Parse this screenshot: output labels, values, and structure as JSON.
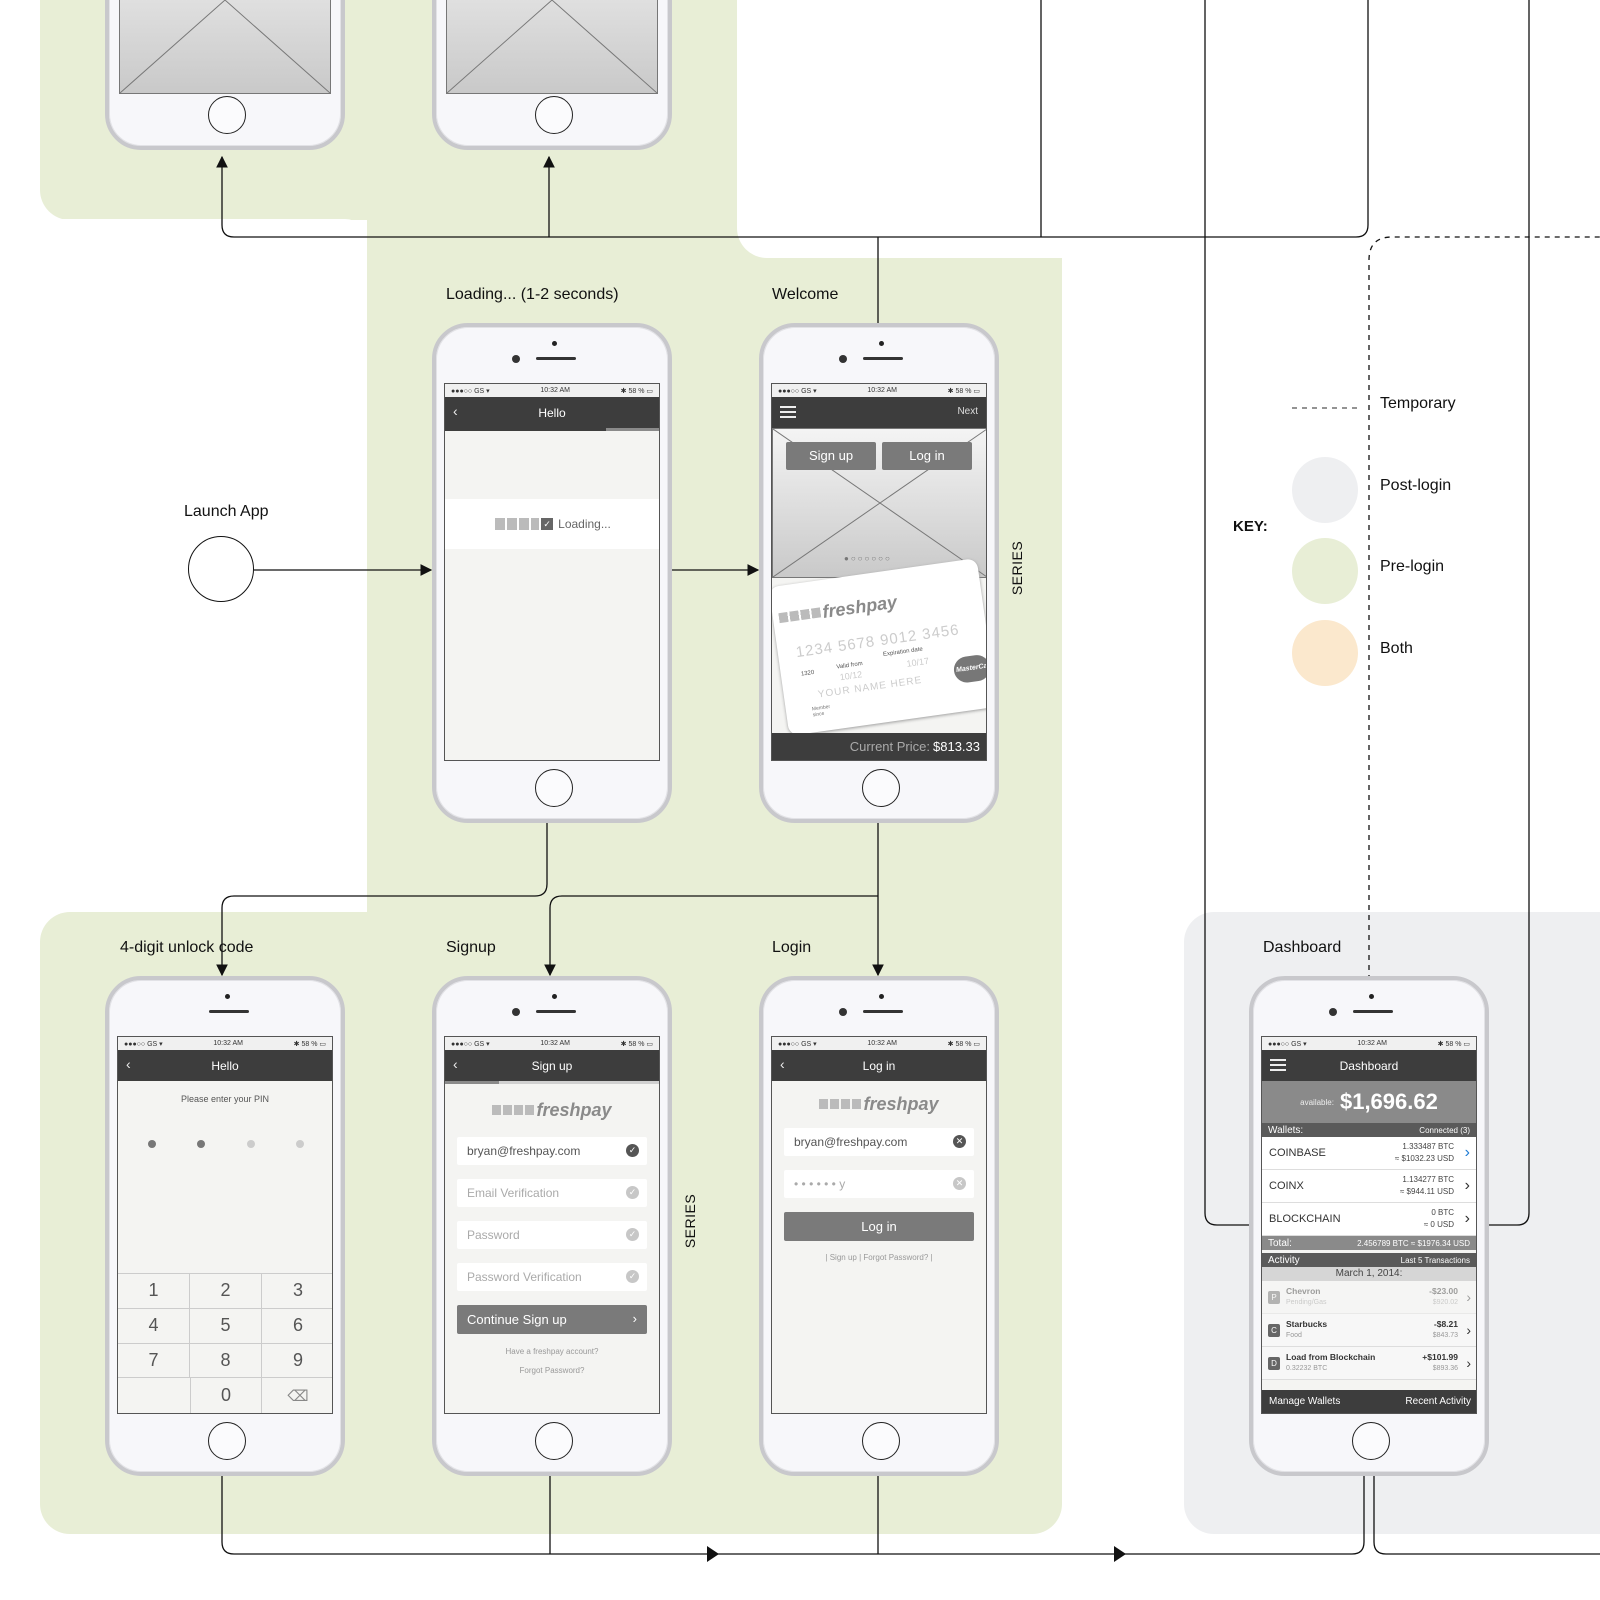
{
  "labels": {
    "launch_app": "Launch App",
    "loading": "Loading... (1-2 seconds)",
    "welcome": "Welcome",
    "unlock": "4-digit unlock code",
    "signup": "Signup",
    "login": "Login",
    "dashboard": "Dashboard",
    "series": "SERIES"
  },
  "status_bar": {
    "carrier": "●●●○○ GS ▾",
    "time": "10:32 AM",
    "battery": "✱ 58 % ▭"
  },
  "screens": {
    "loading": {
      "title": "Hello",
      "loading_text": "Loading..."
    },
    "welcome": {
      "next": "Next",
      "signup_btn": "Sign up",
      "login_btn": "Log in",
      "brand": "freshpay",
      "card_number": "1234 5678 9012 3456",
      "valid_from": "Valid from",
      "expiration": "Expiration date",
      "card_date": "10/12",
      "card_exp": "10/17",
      "card_name": "YOUR NAME HERE",
      "card_code": "1320",
      "member_since": "Member since",
      "mastercard": "MasterCa",
      "price_label": "Current Price:",
      "price_value": "$813.33"
    },
    "unlock": {
      "title": "Hello",
      "prompt": "Please enter your PIN",
      "keys": [
        "1",
        "2",
        "3",
        "4",
        "5",
        "6",
        "7",
        "8",
        "9",
        "",
        "0",
        "⌫"
      ]
    },
    "signup": {
      "title": "Sign up",
      "brand": "freshpay",
      "email": "bryan@freshpay.com",
      "email_verify": "Email Verification",
      "password": "Password",
      "password_verify": "Password Verification",
      "continue": "Continue Sign up",
      "have_account": "Have a freshpay account?",
      "forgot": "Forgot Password?"
    },
    "login": {
      "title": "Log in",
      "brand": "freshpay",
      "email": "bryan@freshpay.com",
      "password": "• • • • • • y",
      "login_btn": "Log in",
      "links": "|   Sign up   |   Forgot Password?   |"
    },
    "dashboard": {
      "title": "Dashboard",
      "available_label": "available:",
      "balance": "$1,696.62",
      "wallets_label": "Wallets:",
      "connected": "Connected (3)",
      "wallets": [
        {
          "name": "COINBASE",
          "btc": "1.333487 BTC",
          "usd": "≈ $1032.23 USD"
        },
        {
          "name": "COINX",
          "btc": "1.134277 BTC",
          "usd": "≈ $944.11 USD"
        },
        {
          "name": "BLOCKCHAIN",
          "btc": "0 BTC",
          "usd": "≈ 0 USD"
        }
      ],
      "total_label": "Total:",
      "total_value": "2.456789 BTC ≈ $1976.34 USD",
      "activity_label": "Activity",
      "activity_right": "Last 5 Transactions",
      "date": "March 1, 2014:",
      "transactions": [
        {
          "icon": "P",
          "name": "Chevron",
          "sub": "Pending/Gas",
          "value": "-$23.00",
          "balance": "$920.02"
        },
        {
          "icon": "C",
          "name": "Starbucks",
          "sub": "Food",
          "value": "-$8.21",
          "balance": "$843.73"
        },
        {
          "icon": "D",
          "name": "Load from Blockchain",
          "sub": "0.32232 BTC",
          "value": "+$101.99",
          "balance": "$893.36"
        }
      ],
      "manage_wallets": "Manage Wallets",
      "recent_activity": "Recent Activity"
    }
  },
  "key": {
    "title": "KEY:",
    "temporary": "Temporary",
    "post_login": "Post-login",
    "pre_login": "Pre-login",
    "both": "Both",
    "colors": {
      "post_login": "#eeeff1",
      "pre_login": "#e8eed6",
      "both": "#fbe8cd"
    }
  }
}
